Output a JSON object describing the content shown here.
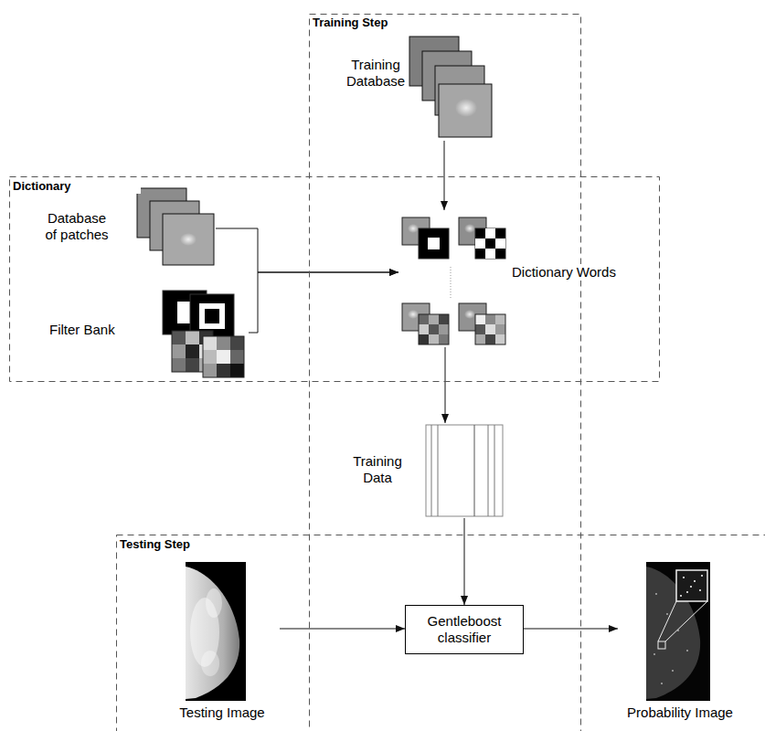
{
  "diagram": {
    "nodes": [
      {
        "text": [
          "Training Step"
        ]
      },
      {
        "text": [
          "Training Database"
        ],
        "in": 0
      },
      {
        "text": [
          "Dictionary"
        ]
      },
      {
        "text": [
          "Database of patches"
        ],
        "in": 2
      },
      {
        "text": [
          "Filter Bank"
        ],
        "in": 2
      },
      {
        "text": [
          "Dictionary Words"
        ],
        "in": 2
      },
      {
        "text": [
          "Training Data"
        ],
        "in": 0
      },
      {
        "text": [
          "Testing Step"
        ]
      },
      {
        "text": [
          "Testing Image"
        ],
        "in": 7
      },
      {
        "text": [
          "Gentleboost classifier"
        ],
        "in": 7
      },
      {
        "text": [
          "Probability Image"
        ],
        "in": 7
      }
    ],
    "edges": [
      {
        "from": 1,
        "to": 5,
        "arrow": "to"
      },
      {
        "from": 3,
        "to": 5,
        "arrow": "to"
      },
      {
        "from": 4,
        "to": 5,
        "arrow": "to"
      },
      {
        "from": 5,
        "to": 6,
        "arrow": "to"
      },
      {
        "from": 6,
        "to": 9,
        "arrow": "to"
      },
      {
        "from": 8,
        "to": 9,
        "arrow": "to"
      },
      {
        "from": 9,
        "to": 10,
        "arrow": "to"
      }
    ]
  }
}
